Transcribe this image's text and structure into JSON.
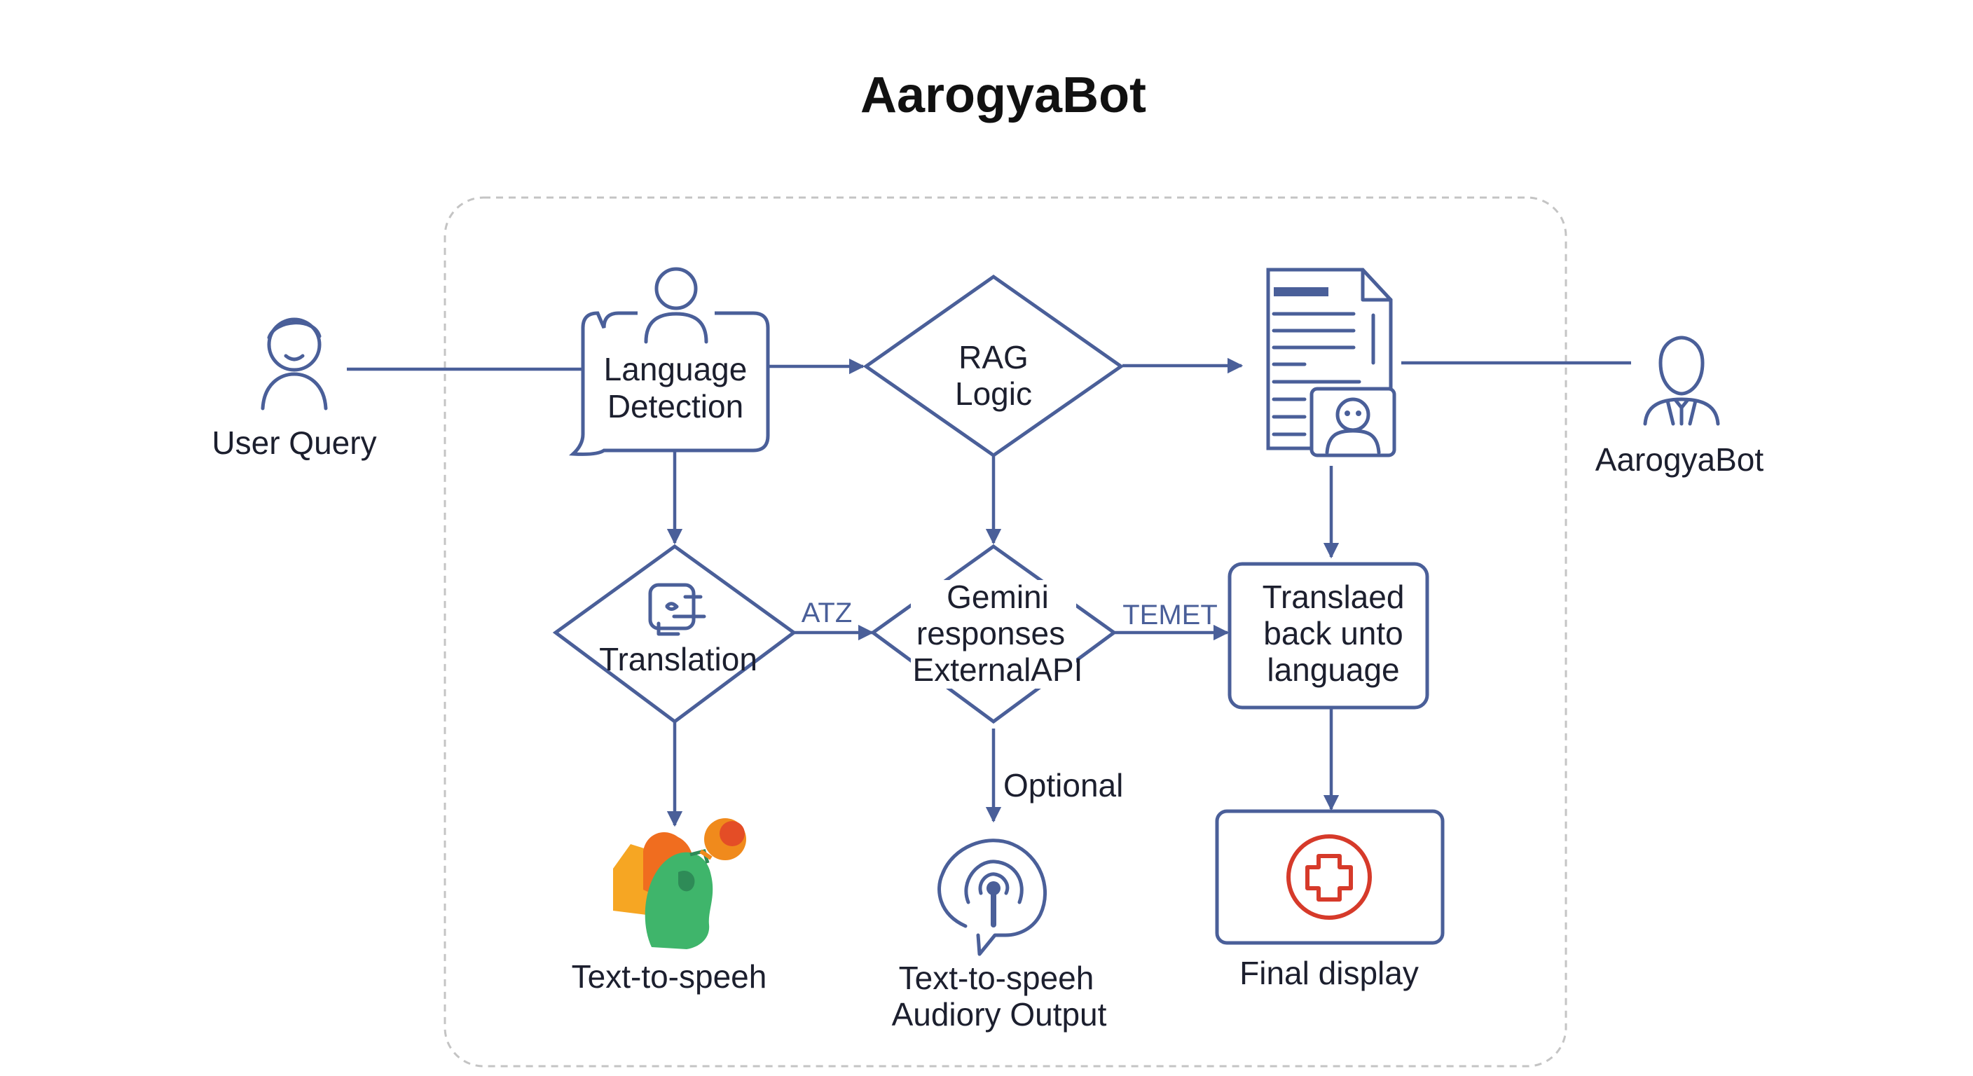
{
  "title": "AarogyaBot",
  "nodes": {
    "user_query": {
      "label": "User Query",
      "icon": "user-icon"
    },
    "language_detection": {
      "line1": "Language",
      "line2": "Detection",
      "icon": "person-icon"
    },
    "rag_logic": {
      "line1": "RAG",
      "line2": "Logic"
    },
    "document": {
      "icon": "document-icon"
    },
    "aarogyabot": {
      "label": "AarogyaBot",
      "icon": "bot-person-icon"
    },
    "translation": {
      "label": "Translation",
      "icon": "translate-face-icon"
    },
    "gemini": {
      "line1": "Gemini",
      "line2": "responses",
      "line3": "ExternalAPI"
    },
    "translated_back": {
      "line1": "Translaed",
      "line2": "back unto",
      "line3": "language"
    },
    "tts_left": {
      "label": "Text-to-speeh",
      "icon": "speaking-head-icon"
    },
    "tts_audio": {
      "line1": "Text-to-speeh",
      "line2": "Audiory Output",
      "icon": "audio-signal-icon"
    },
    "final_display": {
      "label": "Final display",
      "icon": "medical-cross-icon"
    }
  },
  "edge_labels": {
    "translation_to_gemini": "ATZ",
    "gemini_to_translated": "TEMET",
    "gemini_to_audio": "Optional"
  },
  "colors": {
    "stroke": "#4a5f99",
    "text": "#1c1f2e",
    "container_border": "#c4c4c4",
    "medical_red": "#d63a2a",
    "tts_green": "#3fb56b",
    "tts_orange": "#f08a1c"
  }
}
